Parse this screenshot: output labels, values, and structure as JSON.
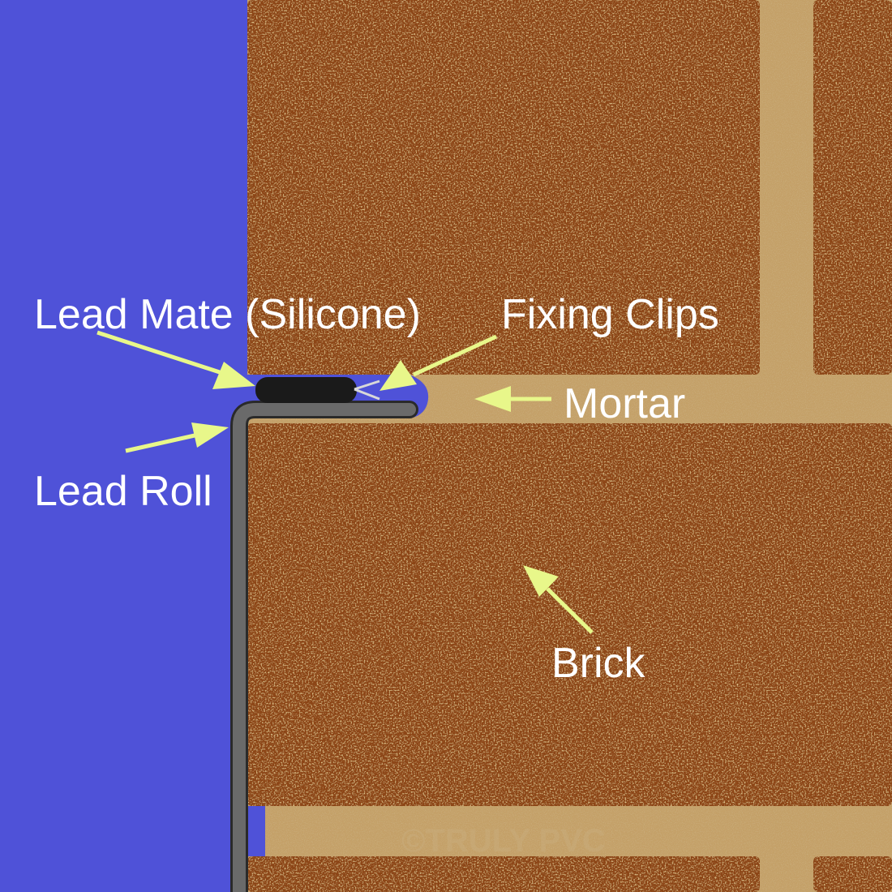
{
  "diagram": {
    "colors": {
      "background": "#4f52d8",
      "brick": "#8c4516",
      "mortar": "#c4a068",
      "lead": "#6a6a6a",
      "silicone": "#1a1a1a",
      "arrow": "#e8f78a",
      "label": "#ffffff"
    },
    "labels": {
      "lead_mate": "Lead Mate (Silicone)",
      "fixing_clips": "Fixing Clips",
      "mortar": "Mortar",
      "lead_roll": "Lead Roll",
      "brick": "Brick"
    },
    "watermark": "©TRULY PVC"
  }
}
